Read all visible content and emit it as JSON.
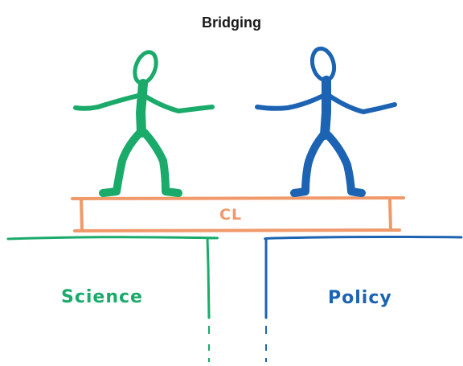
{
  "title": "Bridging",
  "sides": {
    "left": {
      "label": "Science",
      "color": "#1aab6b"
    },
    "right": {
      "label": "Policy",
      "color": "#1c63b3"
    }
  },
  "bridge": {
    "label": "CL",
    "color": "#f0996b"
  },
  "figures": [
    {
      "side": "left",
      "color": "#1aab6b"
    },
    {
      "side": "right",
      "color": "#1c63b3"
    }
  ]
}
